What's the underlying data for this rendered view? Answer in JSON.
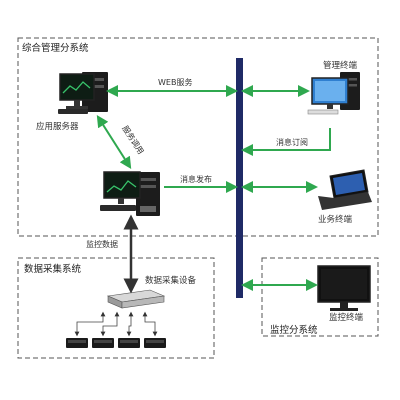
{
  "colors": {
    "bus": "#1f2a66",
    "green_arrow": "#2fa84f",
    "gray_arrow": "#333333",
    "box_border": "#555555"
  },
  "systems": {
    "integrated": "综合管理分系统",
    "data_collection": "数据采集系统",
    "monitoring": "监控分系统"
  },
  "nodes": {
    "app_server": "应用服务器",
    "mgmt_terminal": "管理终端",
    "biz_terminal": "业务终端",
    "data_device": "数据采集设备",
    "monitor_terminal": "监控终端"
  },
  "edges": {
    "web_service": "WEB服务",
    "msg_subscribe": "消息订阅",
    "msg_publish": "消息发布",
    "service_call": "服务调用",
    "monitor_data": "监控数据"
  }
}
